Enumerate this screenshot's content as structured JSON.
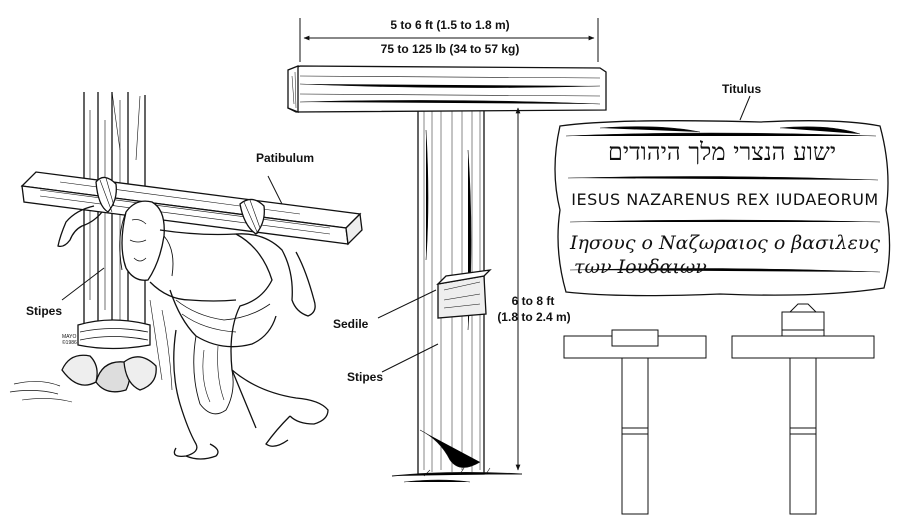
{
  "labels": {
    "width_dim": "5 to 6 ft  (1.5 to 1.8 m)",
    "weight_dim": "75 to 125 lb  (34 to 57 kg)",
    "titulus": "Titulus",
    "patibulum": "Patibulum",
    "stipes_left": "Stipes",
    "sedile": "Sedile",
    "height_dim_1": "6 to 8 ft",
    "height_dim_2": "(1.8 to 2.4 m)",
    "stipes_right": "Stipes",
    "signature": "MAYO\n©1986"
  },
  "titulus": {
    "hebrew": "ישוע הנצרי מלך היהודים",
    "latin": "IESUS NAZARENUS REX IUDAEORUM",
    "greek_1": "Iησους ο Nαζωραιος ο βασιλευς",
    "greek_2": "των Iουδαιων"
  },
  "colors": {
    "ink": "#111111",
    "paper": "#ffffff",
    "wood_shade": "#dddddd"
  }
}
